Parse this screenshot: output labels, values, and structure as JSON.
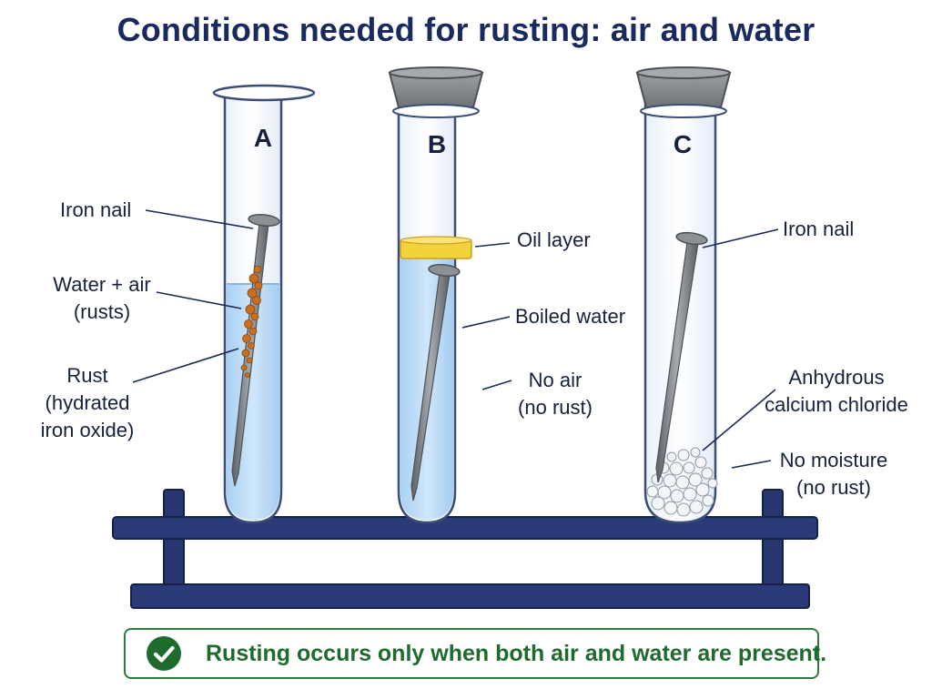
{
  "title": "Conditions needed for rusting: air and water",
  "tubes": {
    "a": {
      "letter": "A",
      "label_nail": "Iron nail",
      "label_water_air_1": "Water + air",
      "label_water_air_2": "(rusts)",
      "label_rust_1": "Rust",
      "label_rust_2": "(hydrated",
      "label_rust_3": "iron oxide)"
    },
    "b": {
      "letter": "B",
      "label_oil": "Oil layer",
      "label_boiled": "Boiled water",
      "label_noair_1": "No air",
      "label_noair_2": "(no rust)"
    },
    "c": {
      "letter": "C",
      "label_nail": "Iron nail",
      "label_cacl_1": "Anhydrous",
      "label_cacl_2": "calcium chloride",
      "label_nomoist_1": "No moisture",
      "label_nomoist_2": "(no rust)"
    }
  },
  "footer": {
    "text": "Rusting occurs only when both air and water are present.",
    "icon": "check-circle-icon"
  },
  "colors": {
    "title": "#1b2a5e",
    "glass": "#3b4c78",
    "water": "#bcdcf6",
    "oil": "#f4d23e",
    "rust": "#c8701f",
    "stand": "#27366f",
    "stopper": "#8a8d92",
    "nail": "#7f8387",
    "success": "#1f6b2e"
  }
}
